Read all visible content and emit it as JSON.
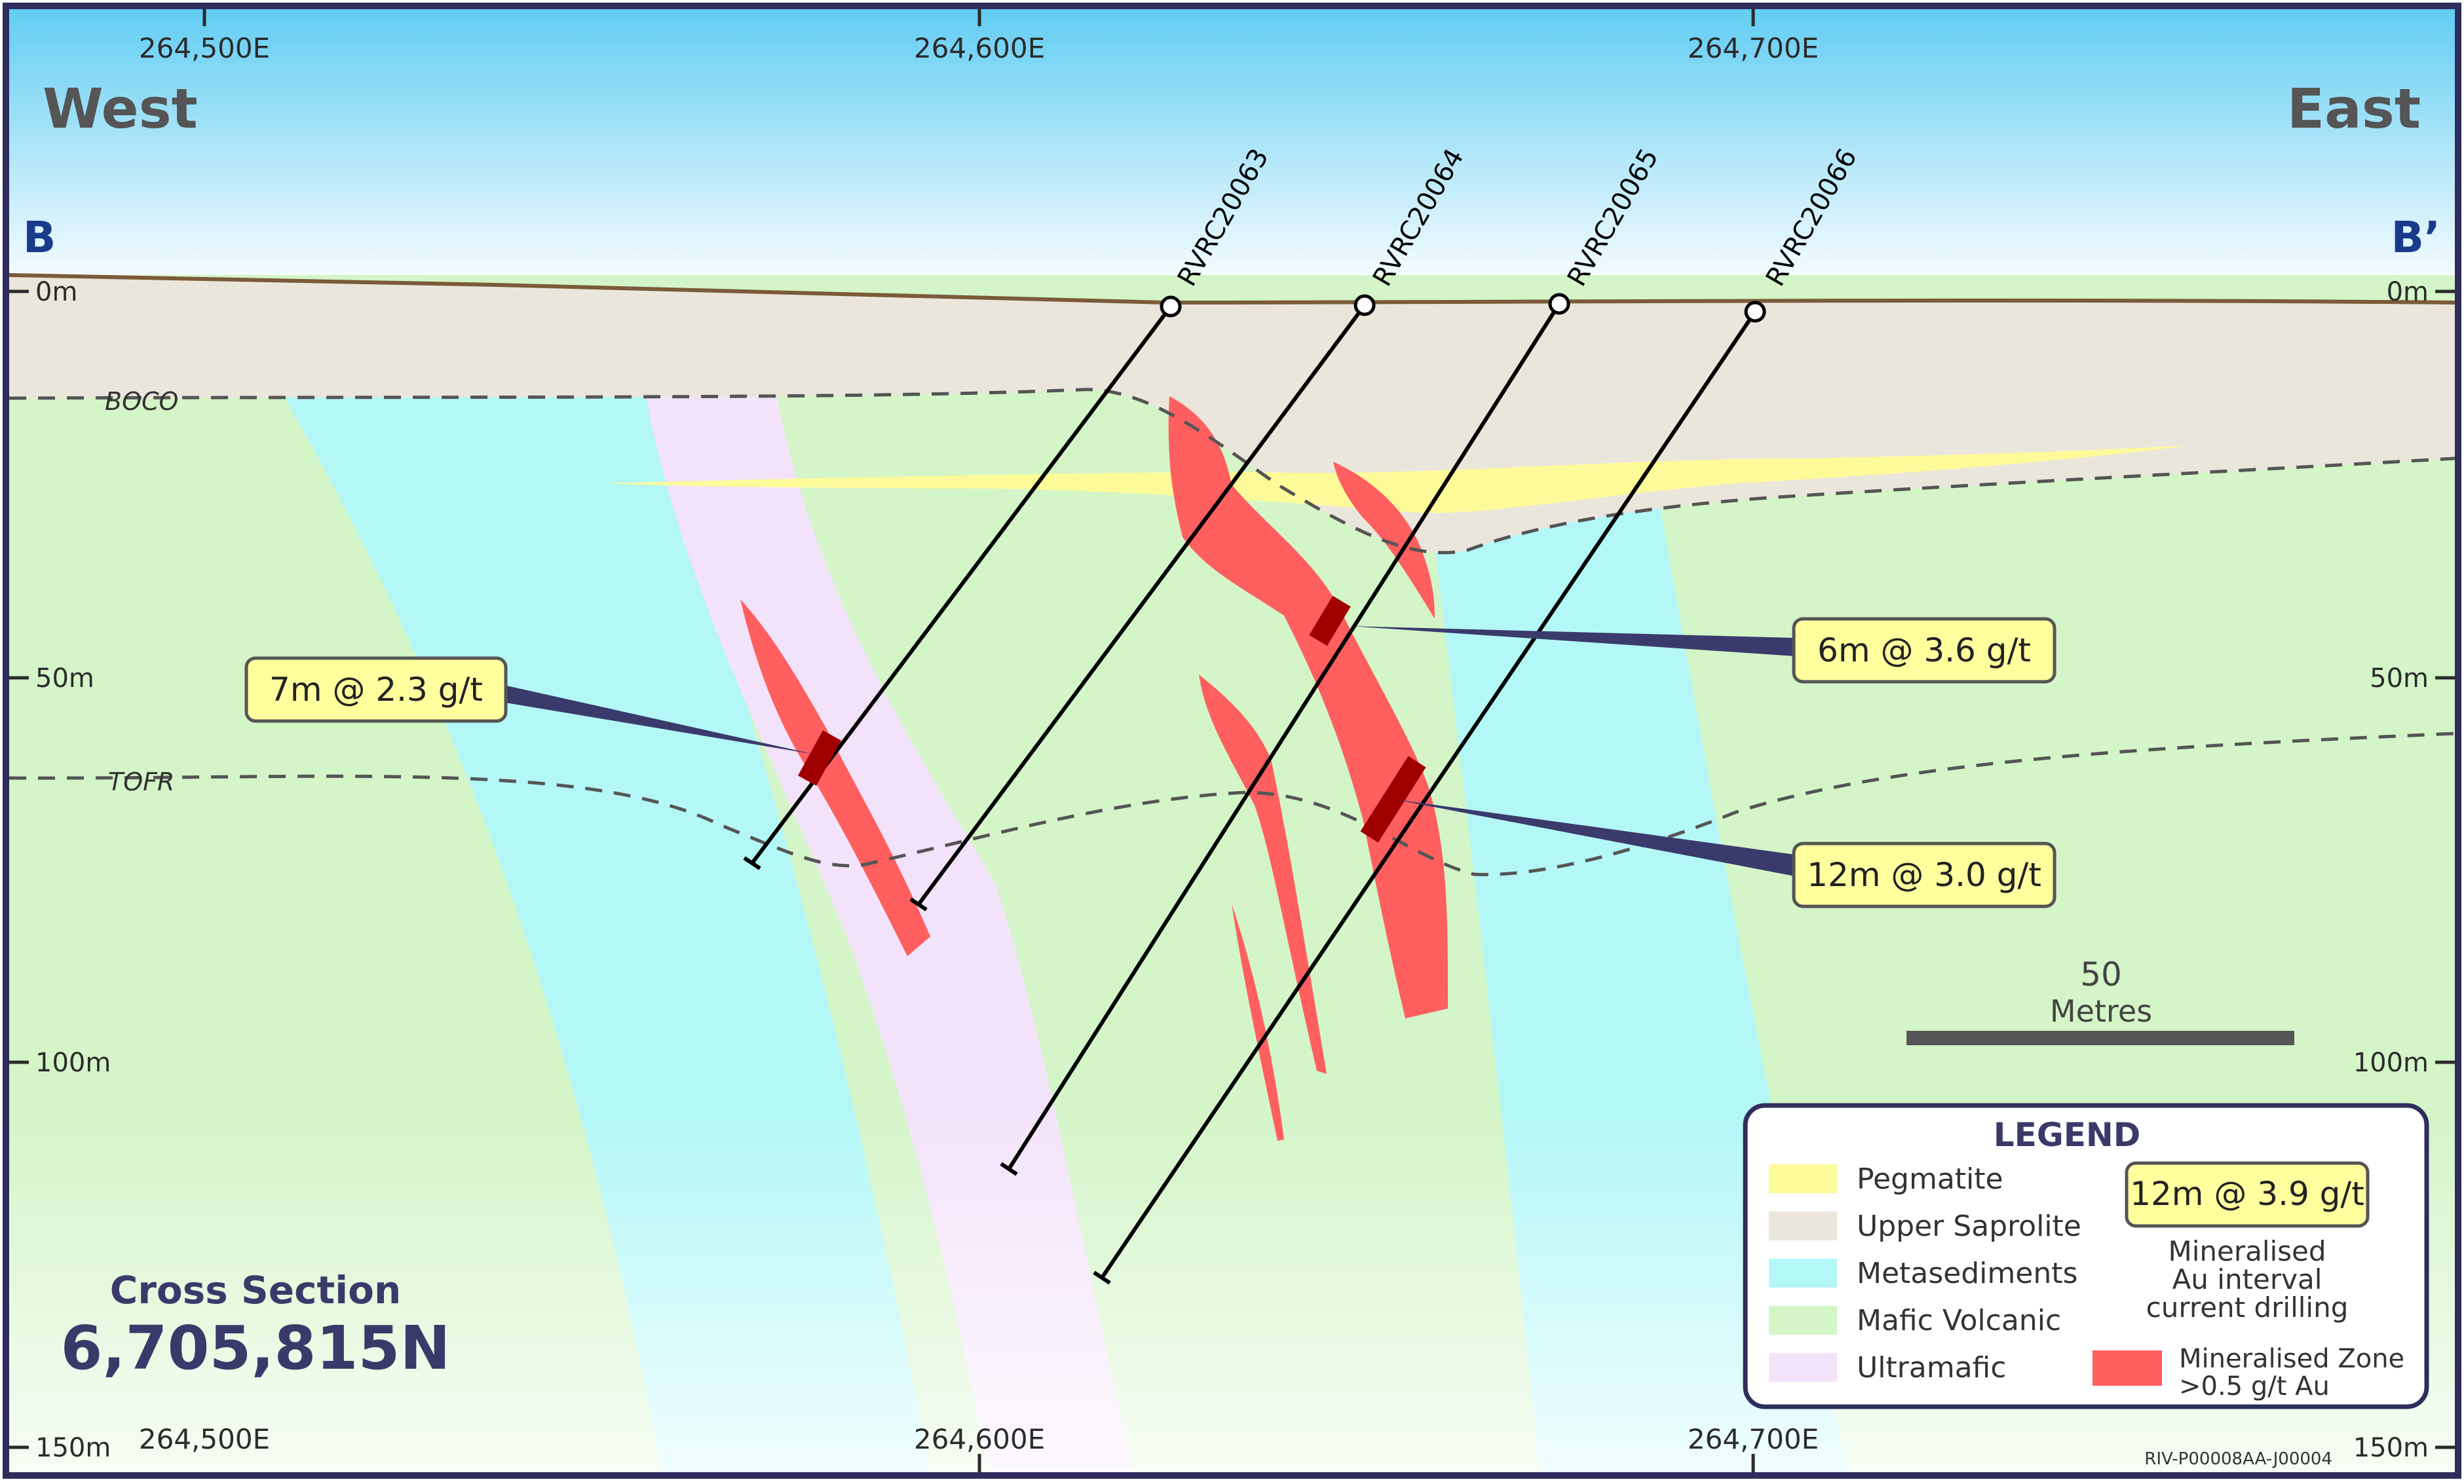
{
  "labels": {
    "west": "West",
    "east": "East",
    "section_start": "B",
    "section_end": "B’",
    "boco": "BOCO",
    "tofr": "TOFR",
    "cross_section_title": "Cross Section",
    "cross_section_northing": "6,705,815N",
    "reference": "RIV-P00008AA-J00004"
  },
  "eastings": {
    "top": [
      "264,500E",
      "264,600E",
      "264,700E"
    ],
    "bottom": [
      "264,500E",
      "264,600E",
      "264,700E"
    ]
  },
  "depths": {
    "left": [
      "0m",
      "50m",
      "100m",
      "150m"
    ],
    "right": [
      "0m",
      "50m",
      "100m",
      "150m"
    ]
  },
  "drillholes": [
    "RVRC20063",
    "RVRC20064",
    "RVRC20065",
    "RVRC20066"
  ],
  "intercepts": [
    "7m @ 2.3 g/t",
    "6m @ 3.6 g/t",
    "12m @ 3.0 g/t"
  ],
  "scale_bar": {
    "value": "50",
    "unit": "Metres"
  },
  "legend": {
    "title": "LEGEND",
    "items": [
      {
        "label": "Pegmatite",
        "color": "#fdfa9a"
      },
      {
        "label": "Upper Saprolite",
        "color": "#ebe6dc"
      },
      {
        "label": "Metasediments",
        "color": "#b3f7f7"
      },
      {
        "label": "Mafic Volcanic",
        "color": "#d4f5c8"
      },
      {
        "label": "Ultramafic",
        "color": "#f3e3fa"
      }
    ],
    "intercept_example": "12m @ 3.9 g/t",
    "intercept_caption": [
      "Mineralised",
      "Au interval",
      "current drilling"
    ],
    "zone_caption": [
      "Mineralised Zone",
      ">0.5 g/t Au"
    ]
  },
  "colors": {
    "mineralised_zone": "#ff5f5f",
    "intercept_interval": "#a00000",
    "callout_fill": "#ffff9e",
    "leader": "#3b3a6c",
    "frame": "#2f2d5c",
    "header_blue": "#1a3a8c",
    "surface": "#7b5b3a"
  }
}
